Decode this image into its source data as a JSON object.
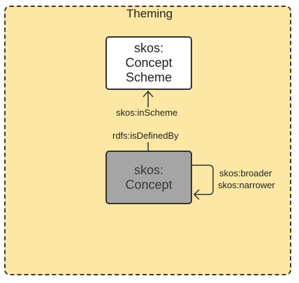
{
  "container": {
    "title": "Theming",
    "background_color": "#fce8a4",
    "border_color": "#3a3a3a"
  },
  "nodes": {
    "concept_scheme": {
      "label": "skos:\nConcept\nScheme",
      "fill": "#ffffff"
    },
    "concept": {
      "label": "skos:\nConcept",
      "fill": "#a5a5a5"
    }
  },
  "edges": {
    "in_scheme": {
      "label": "skos:inScheme"
    },
    "is_defined_by": {
      "label": "rdfs:isDefinedBy"
    },
    "broader": {
      "label": "skos:broader"
    },
    "narrower": {
      "label": "skos:narrower"
    }
  }
}
